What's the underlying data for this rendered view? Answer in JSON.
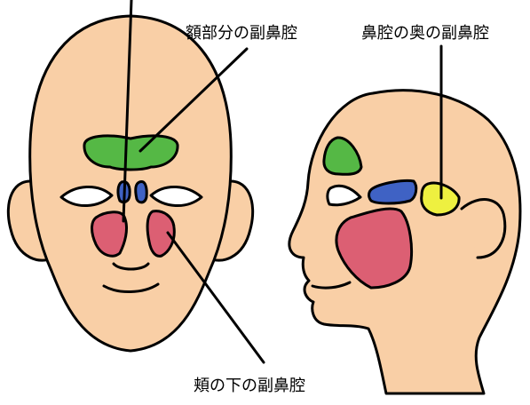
{
  "labels": {
    "frontal": "額部分の副鼻腔",
    "sphenoid": "鼻腔の奥の副鼻腔",
    "maxillary": "頬の下の副鼻腔"
  },
  "colors": {
    "skin": "#f9cfa6",
    "outline": "#000000",
    "frontal_sinus": "#55b845",
    "ethmoid_sinus": "#3f62c4",
    "maxillary_sinus": "#dc5f73",
    "sphenoid_sinus": "#eef040",
    "background": "#ffffff"
  }
}
